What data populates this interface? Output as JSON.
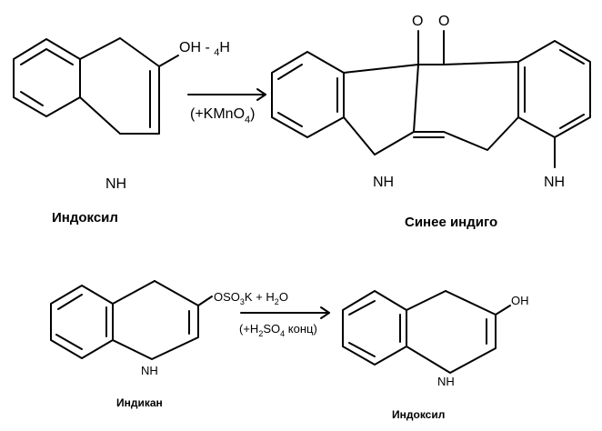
{
  "top_reaction": {
    "reactant": {
      "substituent": "OH",
      "substituent_suffix": "- ",
      "substituent_sub": "4",
      "substituent_end": "H",
      "nh": "NH",
      "name": "Индоксил"
    },
    "condition": {
      "open": "(+KMnO",
      "sub": "4",
      "close": ")"
    },
    "product": {
      "o_left": "O",
      "o_right": "O",
      "nh_left": "NH",
      "nh_right": "NH",
      "name": "Синее индиго"
    }
  },
  "bottom_reaction": {
    "reactant": {
      "group_a": "OSO",
      "group_sub": "3",
      "group_b": "K + H",
      "group_sub2": "2",
      "group_c": "O",
      "nh": "NH",
      "name": "Индикан"
    },
    "condition": {
      "open": "(+H",
      "sub1": "2",
      "mid": "SO",
      "sub2": "4",
      "close": " конц)"
    },
    "product": {
      "oh": "OH",
      "nh": "NH",
      "name": "Индоксил"
    }
  }
}
